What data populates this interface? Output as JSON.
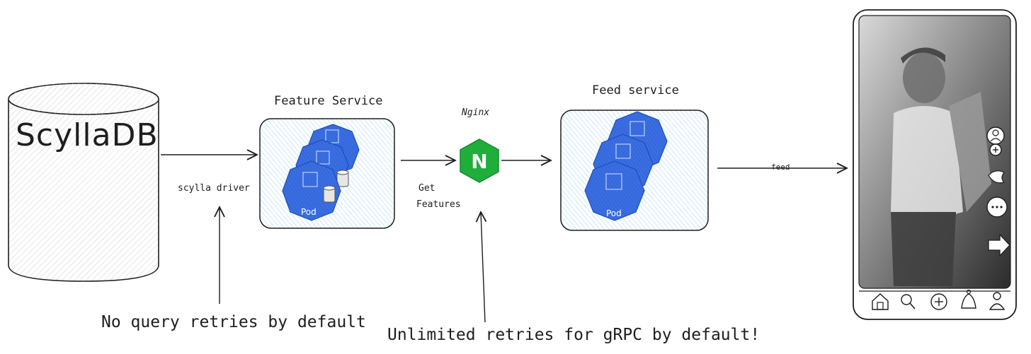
{
  "diagram": {
    "database": {
      "label": "ScyllaDB"
    },
    "driver_label": "scylla driver",
    "feature_service": {
      "title": "Feature Service",
      "pod_label": "Pod"
    },
    "nginx": {
      "title": "Nginx",
      "glyph": "N"
    },
    "get_features_line1": "Get",
    "get_features_line2": "Features",
    "feed_service": {
      "title": "Feed service",
      "pod_label": "Pod"
    },
    "feed_label": "feed",
    "note_left": "No query retries by default",
    "note_right": "Unlimited retries for gRPC by default!",
    "phone": {
      "side_icons": [
        "profile-icon",
        "plus-icon",
        "like-icon",
        "comment-icon",
        "share-arrow-icon"
      ],
      "nav_icons": [
        "home-icon",
        "search-icon",
        "add-icon",
        "notification-bell-icon",
        "profile-nav-icon"
      ]
    },
    "colors": {
      "pod_blue": "#3b6ee0",
      "pod_stroke": "#1f4fb8",
      "nginx_green": "#1fae3a",
      "hatch_blue": "#a5d8ff",
      "ink": "#1e1e1e"
    }
  }
}
